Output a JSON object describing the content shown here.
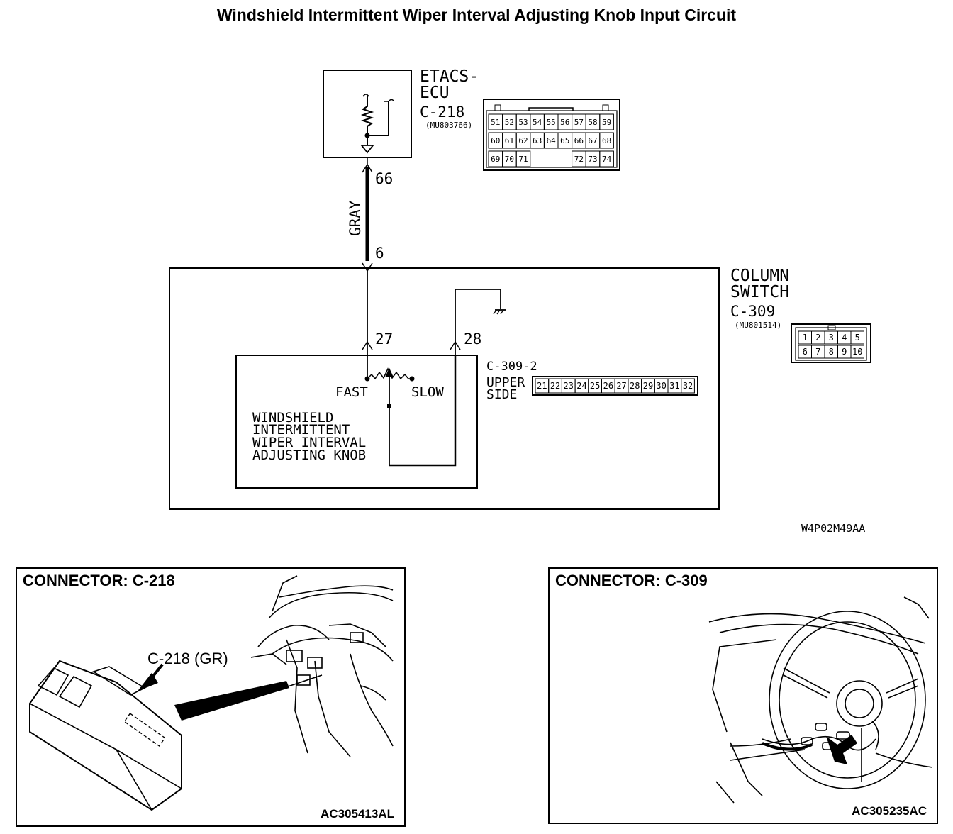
{
  "title": "Windshield Intermittent Wiper Interval Adjusting Knob Input Circuit",
  "ecu": {
    "name_line1": "ETACS-",
    "name_line2": "ECU",
    "connector": "C-218",
    "part_number": "(MU803766)",
    "pins_row1": [
      "51",
      "52",
      "53",
      "54",
      "55",
      "56",
      "57",
      "58",
      "59"
    ],
    "pins_row2": [
      "60",
      "61",
      "62",
      "63",
      "64",
      "65",
      "66",
      "67",
      "68"
    ],
    "pins_row3_left": [
      "69",
      "70",
      "71"
    ],
    "pins_row3_right": [
      "72",
      "73",
      "74"
    ]
  },
  "wire": {
    "color": "GRAY",
    "ecu_pin": "66",
    "switch_pin": "6"
  },
  "column_switch": {
    "name_line1": "COLUMN",
    "name_line2": "SWITCH",
    "connector": "C-309",
    "part_number": "(MU801514)",
    "pins_row1": [
      "1",
      "2",
      "3",
      "4",
      "5"
    ],
    "pins_row2": [
      "6",
      "7",
      "8",
      "9",
      "10"
    ],
    "pin_a": "27",
    "pin_b": "28"
  },
  "sub_connector": {
    "name": "C-309-2",
    "side_line1": "UPPER",
    "side_line2": "SIDE",
    "pins": [
      "21",
      "22",
      "23",
      "24",
      "25",
      "26",
      "27",
      "28",
      "29",
      "30",
      "31",
      "32"
    ]
  },
  "knob": {
    "fast_label": "FAST",
    "slow_label": "SLOW",
    "name_lines": [
      "WINDSHIELD",
      "INTERMITTENT",
      "WIPER INTERVAL",
      "ADJUSTING KNOB"
    ]
  },
  "figure_code": "W4P02M49AA",
  "panel_left": {
    "title": "CONNECTOR: C-218",
    "callout": "C-218 (GR)",
    "code": "AC305413AL"
  },
  "panel_right": {
    "title": "CONNECTOR: C-309",
    "code": "AC305235AC"
  }
}
